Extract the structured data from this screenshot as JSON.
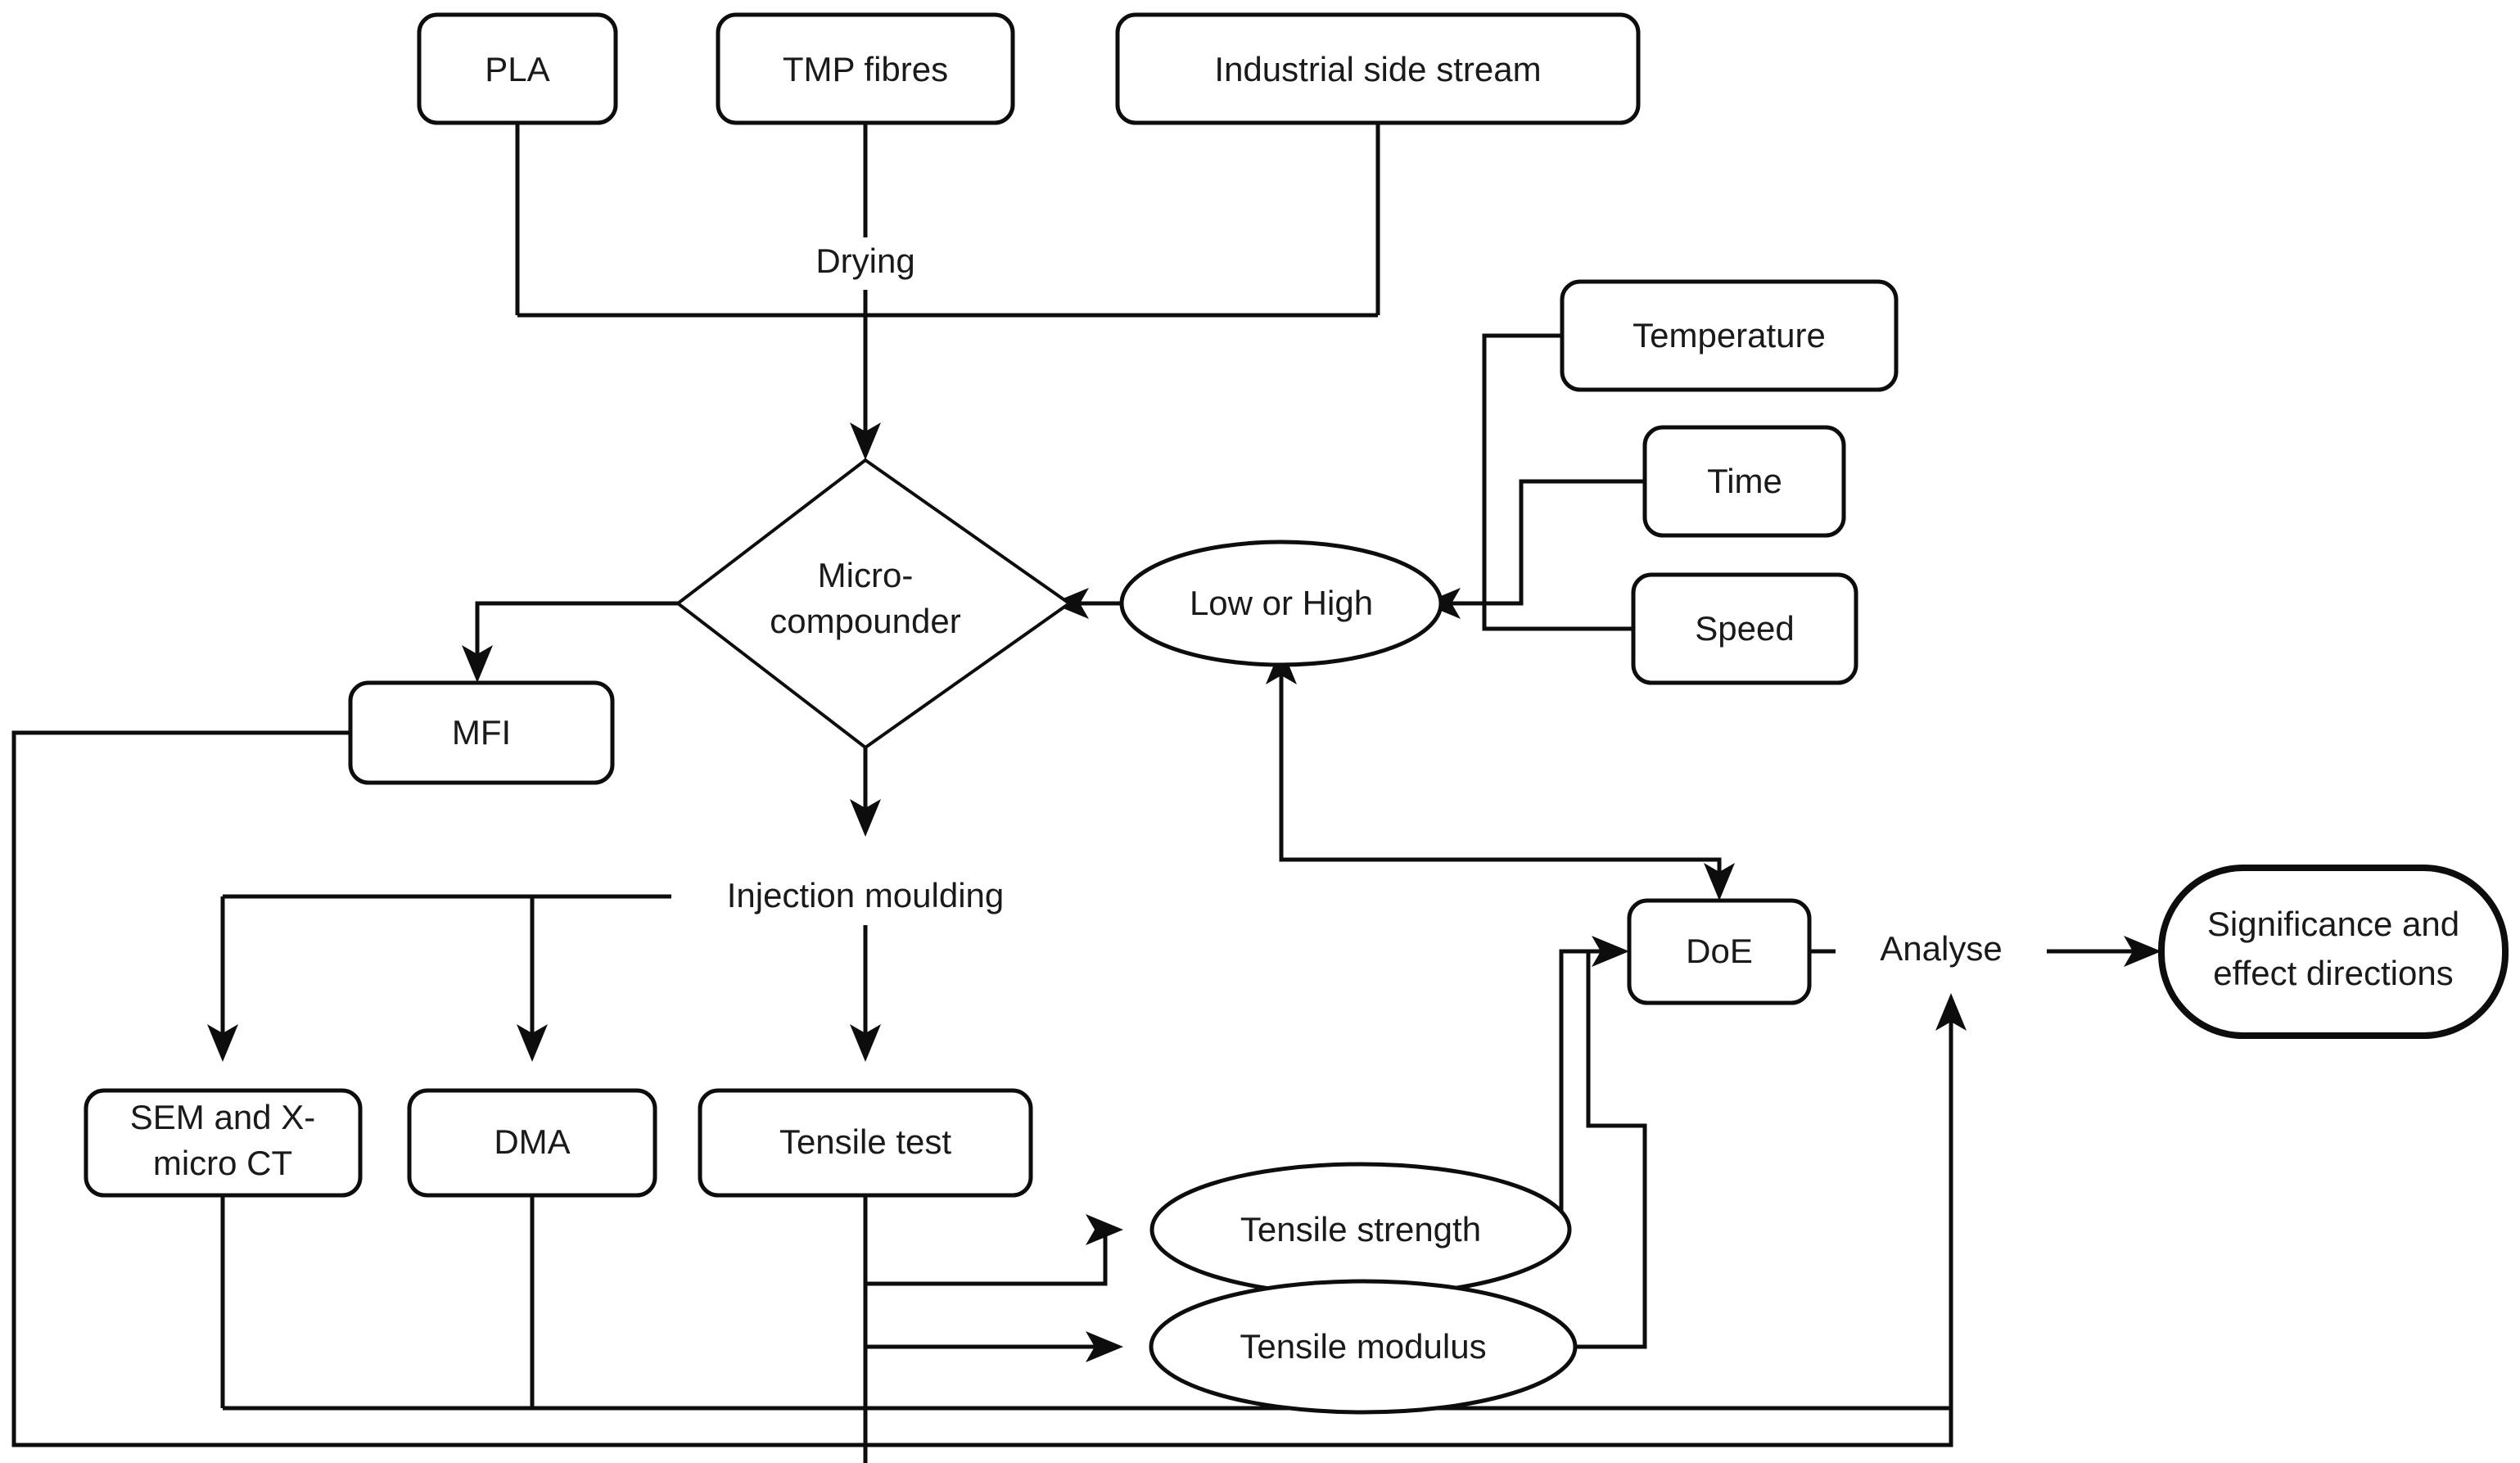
{
  "diagram": {
    "title": "Experimental workflow flowchart",
    "background_color": "#ffffff",
    "stroke_color": "#0d0d0d",
    "text_color": "#1a1a1a",
    "nodes": {
      "pla": {
        "label": "PLA",
        "shape": "rounded-rect"
      },
      "tmp_fibres": {
        "label": "TMP fibres",
        "shape": "rounded-rect"
      },
      "industrial_side_stream": {
        "label": "Industrial side stream",
        "shape": "rounded-rect"
      },
      "micro_compounder_line1": {
        "label": "Micro-",
        "shape": "diamond"
      },
      "micro_compounder_line2": {
        "label": "compounder",
        "shape": "diamond"
      },
      "low_or_high": {
        "label": "Low or High",
        "shape": "ellipse"
      },
      "temperature": {
        "label": "Temperature",
        "shape": "rounded-rect"
      },
      "time": {
        "label": "Time",
        "shape": "rounded-rect"
      },
      "speed": {
        "label": "Speed",
        "shape": "rounded-rect"
      },
      "mfi": {
        "label": "MFI",
        "shape": "rounded-rect"
      },
      "sem_line1": {
        "label": "SEM and X-",
        "shape": "rounded-rect"
      },
      "sem_line2": {
        "label": "micro CT",
        "shape": "rounded-rect"
      },
      "dma": {
        "label": "DMA",
        "shape": "rounded-rect"
      },
      "tensile_test": {
        "label": "Tensile test",
        "shape": "rounded-rect"
      },
      "tensile_strength": {
        "label": "Tensile strength",
        "shape": "ellipse"
      },
      "tensile_modulus": {
        "label": "Tensile modulus",
        "shape": "ellipse"
      },
      "doe": {
        "label": "DoE",
        "shape": "rounded-rect"
      },
      "significance_line1": {
        "label": "Significance and",
        "shape": "terminator"
      },
      "significance_line2": {
        "label": "effect directions",
        "shape": "terminator"
      }
    },
    "edge_labels": {
      "drying": "Drying",
      "injection_moulding": "Injection moulding",
      "analyse": "Analyse"
    }
  }
}
